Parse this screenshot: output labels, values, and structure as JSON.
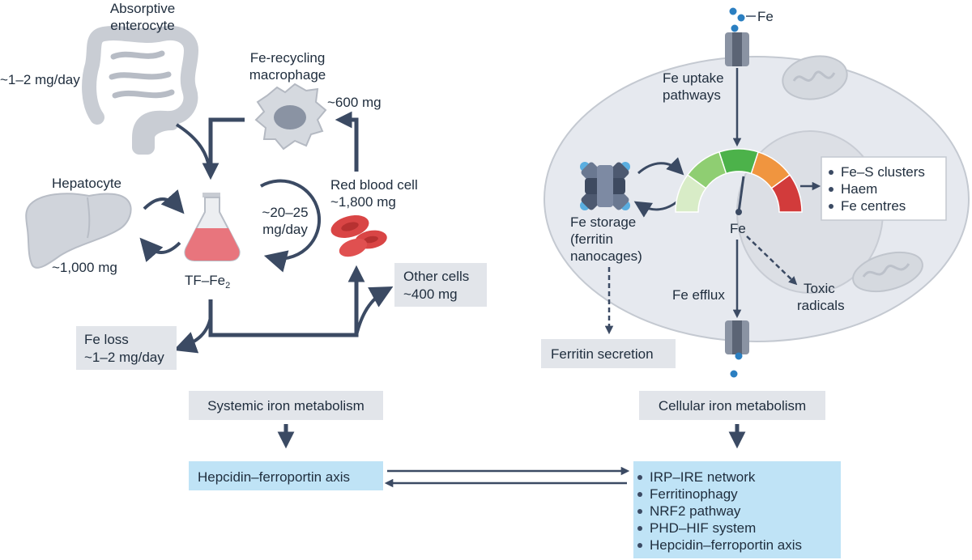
{
  "systemic": {
    "enterocyte": {
      "label_line1": "Absorptive",
      "label_line2": "enterocyte",
      "amount": "~1–2 mg/day"
    },
    "macrophage": {
      "label_line1": "Fe-recycling",
      "label_line2": "macrophage",
      "amount": "~600 mg"
    },
    "hepatocyte": {
      "label": "Hepatocyte",
      "amount": "~1,000 mg"
    },
    "transferrin": {
      "label_main": "TF–Fe",
      "label_sub": "2"
    },
    "cycle": {
      "line1": "~20–25",
      "line2": "mg/day"
    },
    "rbc": {
      "label": "Red blood cell",
      "amount": "~1,800 mg"
    },
    "other_cells": {
      "line1": "Other cells",
      "line2": "~400 mg"
    },
    "fe_loss": {
      "line1": "Fe loss",
      "line2": "~1–2 mg/day"
    },
    "section_label": "Systemic iron metabolism"
  },
  "cellular": {
    "fe_top": "Fe",
    "uptake": {
      "line1": "Fe uptake",
      "line2": "pathways"
    },
    "storage": {
      "line1": "Fe storage",
      "line2": "(ferritin",
      "line3": "nanocages)"
    },
    "fe_center": "Fe",
    "outputs": [
      "Fe–S clusters",
      "Haem",
      "Fe centres"
    ],
    "efflux": "Fe efflux",
    "toxic": {
      "line1": "Toxic",
      "line2": "radicals"
    },
    "ferritin_secretion": "Ferritin secretion",
    "section_label": "Cellular iron metabolism"
  },
  "regulation": {
    "systemic_box": "Hepcidin–ferroportin axis",
    "cellular_items": [
      "IRP–IRE network",
      "Ferritinophagy",
      "NRF2 pathway",
      "PHD–HIF system",
      "Hepcidin–ferroportin axis"
    ]
  },
  "colors": {
    "arrow": "#3b4a63",
    "grey_box": "#e2e5ea",
    "blue_box": "#bfe3f6",
    "cell": "#e6e9ef",
    "gauge": [
      "#d8ecc7",
      "#8fce72",
      "#4cb24a",
      "#f0953f",
      "#d23b3b"
    ]
  }
}
